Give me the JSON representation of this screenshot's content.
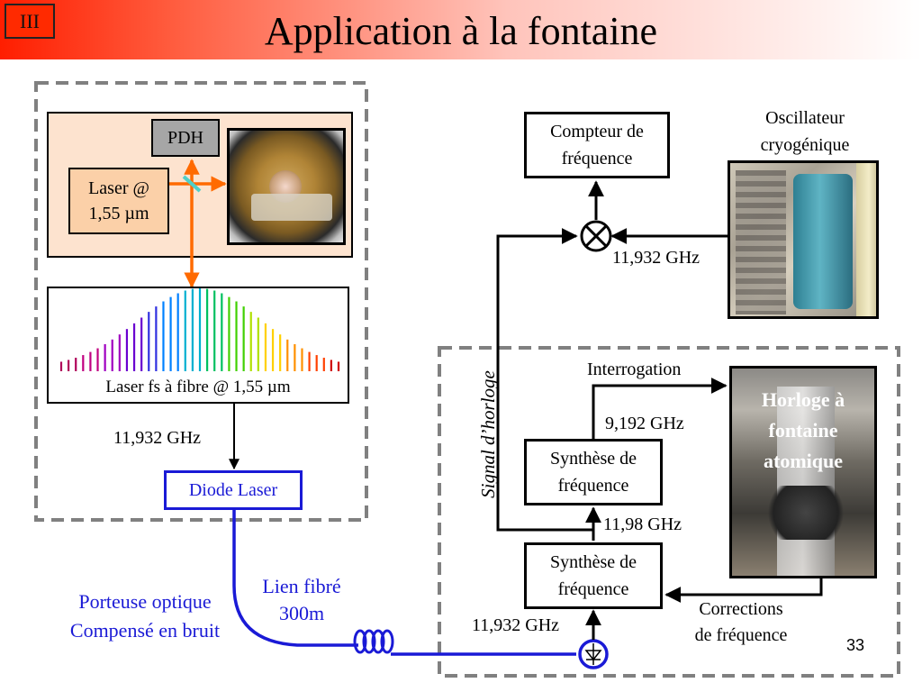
{
  "header": {
    "section": "III",
    "title": "Application à la fontaine"
  },
  "optical": {
    "pdh": "PDH",
    "laser_line1": "Laser @",
    "laser_line2": "1,55 µm",
    "comb_caption": "Laser fs à fibre @ 1,55 µm",
    "freq_label": "11,932 GHz",
    "diode": "Diode Laser"
  },
  "fiber": {
    "link_line1": "Lien fibré",
    "link_line2": "300m",
    "carrier_line1": "Porteuse optique",
    "carrier_line2": "Compensé en bruit"
  },
  "counter": {
    "line1": "Compteur de",
    "line2": "fréquence"
  },
  "cryo": {
    "line1": "Oscillateur",
    "line2": "cryogénique",
    "freq": "11,932 GHz"
  },
  "clock": {
    "signal_label": "Signal d’horloge",
    "interrogation": "Interrogation",
    "fountain_line1": "Horloge à",
    "fountain_line2": "fontaine",
    "fountain_line3": "atomique",
    "freq_9192": "9,192 GHz",
    "synth1_line1": "Synthèse de",
    "synth1_line2": "fréquence",
    "freq_1198": "11,98 GHz",
    "synth2_line1": "Synthèse de",
    "synth2_line2": "fréquence",
    "corrections_line1": "Corrections",
    "corrections_line2": "de fréquence",
    "freq_input": "11,932 GHz"
  },
  "page_number": "33",
  "comb_spectrum": {
    "teeth": 39,
    "colors": [
      "#b0005a",
      "#c00080",
      "#a000c0",
      "#6a00d0",
      "#3030e0",
      "#0080ff",
      "#00b0d0",
      "#00c060",
      "#40d000",
      "#b0e000",
      "#ffd000",
      "#ff9000",
      "#ff4000",
      "#d00000"
    ]
  },
  "colors": {
    "header_red": "#ff2a00",
    "laser_arrow": "#ff6a00",
    "fiber_blue": "#1a1ad6",
    "panel_orange": "#fde3cf"
  }
}
